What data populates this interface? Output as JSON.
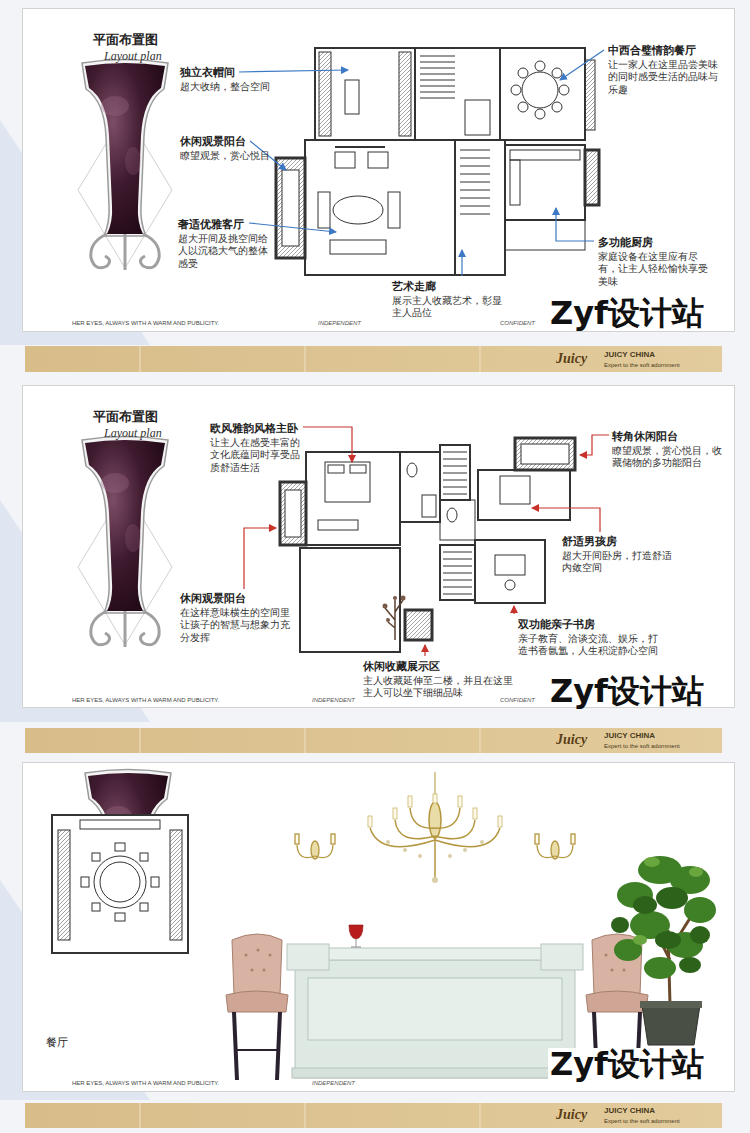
{
  "diagram": {
    "nodes": [
      {
        "text": [
          "平面布置图",
          "Layout plan"
        ]
      },
      {
        "text": [
          "平面布置图",
          "Layout plan"
        ]
      },
      {
        "text": [
          "餐厅"
        ]
      }
    ],
    "labels": [
      "独立衣帽间",
      "超大收纳，整合空间",
      "休闲观景阳台",
      "瞭望观景，赏心悦目",
      "奢适优雅客厅",
      "超大开间及挑空间给人以沉稳大气的整体感受",
      "艺术走廊",
      "展示主人收藏艺术，彰显主人品位",
      "中西合璧情韵餐厅",
      "让一家人在这里品尝美味的同时感受生活的品味与乐趣",
      "多功能厨房",
      "家庭设备在这里应有尽有，让主人轻松愉快享受美味",
      "HER EYES, ALWAYS WITH A WARM AND PUBLICITY.",
      "INDEPENDENT",
      "CONFIDENT",
      "Zyf设计站",
      "Juicy",
      "JUICY CHINA",
      "Expert to the soft adornment",
      "欧风雅韵风格主卧",
      "让主人在感受丰富的文化底蕴同时享受品质舒适生活",
      "转角休闲阳台",
      "瞭望观景，赏心悦目，收藏储物的多功能阳台",
      "舒适男孩房",
      "超大开间卧房，打造舒适内敛空间",
      "休闲观景阳台",
      "在这样意味横生的空间里让孩子的智慧与想象力充分发挥",
      "双功能亲子书房",
      "亲子教育、洽谈交流、娱乐，打造书香氤氲，人生积淀静心空间",
      "休闲收藏展示区",
      "主人收藏延伸至二楼，并且在这里主人可以坐下细细品味",
      "HER EYES, ALWAYS WITH A WARM AND PUBLICITY.",
      "INDEPENDENT",
      "CONFIDENT",
      "Zyf设计站",
      "Juicy",
      "JUICY CHINA",
      "Expert to the soft adornment",
      "HER EYES, ALWAYS WITH A WARM AND PUBLICITY.",
      "INDEPENDENT",
      "Zyf设计站",
      "Juicy",
      "JUICY CHINA",
      "Expert to the soft adornment"
    ]
  }
}
